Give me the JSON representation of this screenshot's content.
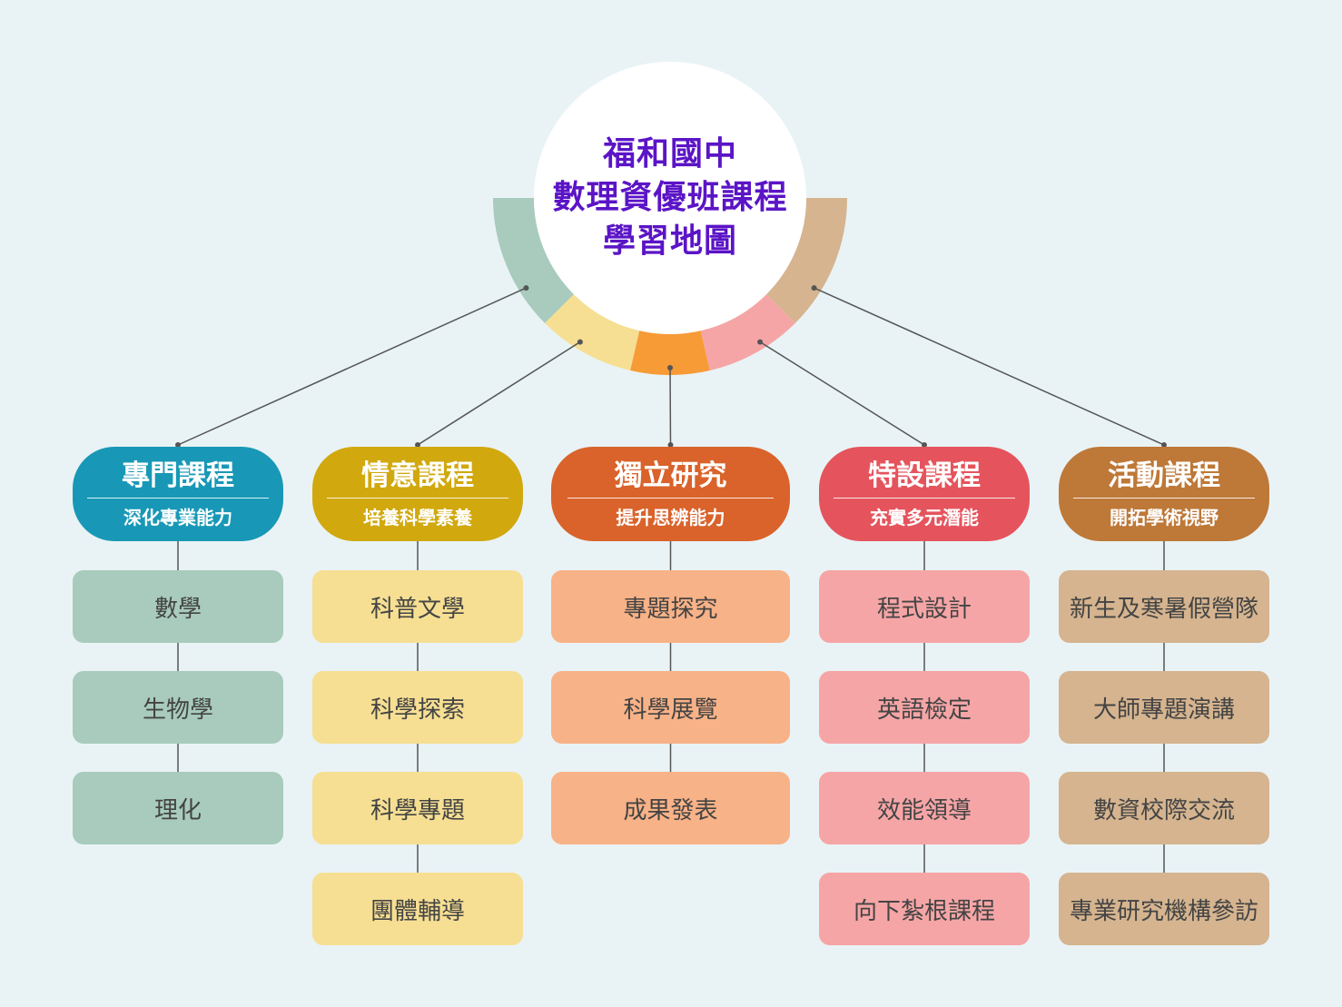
{
  "title": {
    "lines": [
      "福和國中",
      "數理資優班課程",
      "學習地圖"
    ],
    "color": "#5b14c6"
  },
  "categories": [
    {
      "title": "專門課程",
      "subtitle": "深化專業能力",
      "header_color": "#1898b6",
      "item_color": "#a8cbbd",
      "arc_color": "#a8cbbd",
      "items": [
        "數學",
        "生物學",
        "理化"
      ]
    },
    {
      "title": "情意課程",
      "subtitle": "培養科學素養",
      "header_color": "#d1a80e",
      "item_color": "#f6df93",
      "arc_color": "#f6df93",
      "items": [
        "科普文學",
        "科學探索",
        "科學專題",
        "團體輔導"
      ]
    },
    {
      "title": "獨立研究",
      "subtitle": "提升思辨能力",
      "header_color": "#d9632b",
      "item_color": "#f8b287",
      "arc_color": "#f79b37",
      "items": [
        "專題探究",
        "科學展覽",
        "成果發表"
      ]
    },
    {
      "title": "特設課程",
      "subtitle": "充實多元潛能",
      "header_color": "#e5545d",
      "item_color": "#f6a5a6",
      "arc_color": "#f6a5a6",
      "items": [
        "程式設計",
        "英語檢定",
        "效能領導",
        "向下紮根課程"
      ]
    },
    {
      "title": "活動課程",
      "subtitle": "開拓學術視野",
      "header_color": "#be7838",
      "item_color": "#d5b48f",
      "arc_color": "#d5b48f",
      "items": [
        "新生及寒暑假營隊",
        "大師專題演講",
        "數資校際交流",
        "專業研究機構參訪"
      ]
    }
  ]
}
